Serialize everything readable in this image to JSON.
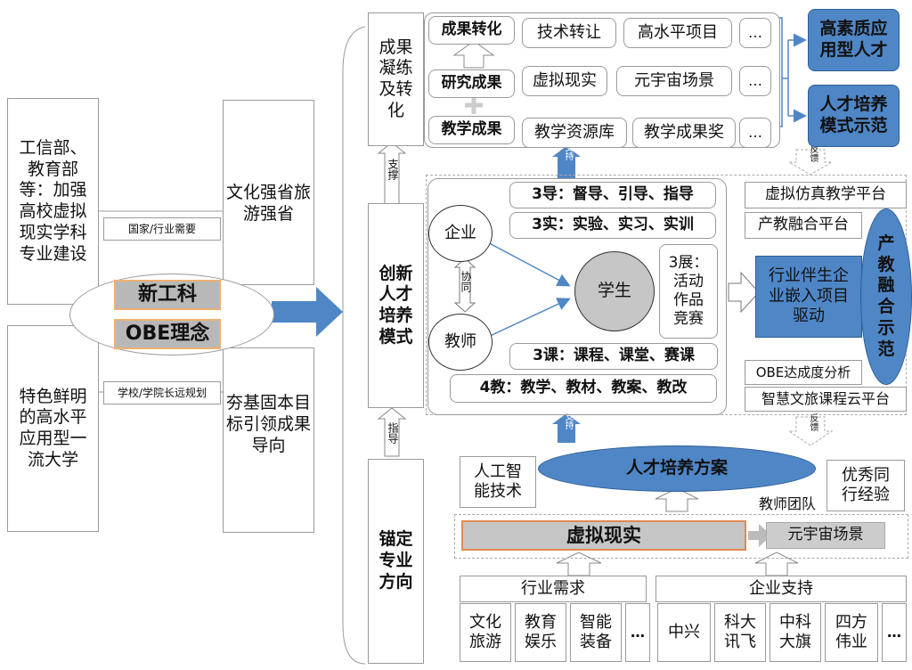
{
  "left": {
    "ministry_text": "工信部、教育部等：加强高校虚拟现实学科专业建设",
    "university_text": "特色鲜明的高水平应用型一流大学",
    "national_need": "国家/行业需要",
    "school_plan": "学校/学院长远规划",
    "province_goal": "文化强省旅游强省",
    "foundation_goal": "夯基固本目标引领成果导向",
    "new_engineering": "新工科",
    "obe": "OBE理念"
  },
  "side_labels": {
    "achievement": "成果凝练及转化",
    "innovation": "创新人才培养模式",
    "anchor": "锚定专业方向",
    "support": "支撑",
    "guide": "指导",
    "support_small": "支持",
    "feedback_small": "反馈"
  },
  "achievements": {
    "transform": "成果转化",
    "research": "研究成果",
    "teaching": "教学成果",
    "transform_items": [
      "技术转让",
      "高水平项目",
      "…"
    ],
    "research_items": [
      "虚拟现实",
      "元宇宙场景",
      "…"
    ],
    "teaching_items": [
      "教学资源库",
      "教学成果奖",
      "…"
    ],
    "outcome1": "高素质应用型人才",
    "outcome2": "人才培养模式示范"
  },
  "mode": {
    "enterprise": "企业",
    "teacher": "教师",
    "collab": "协同",
    "student": "学生",
    "guide3": "3导：督导、引导、指导",
    "practice3": "3实：实验、实习、实训",
    "show3": "3展：活动作品竞赛",
    "course3": "3课：课程、课堂、赛课",
    "teach4": "4教：教学、教材、教案、教改",
    "platform_vr": "虚拟仿真教学平台",
    "platform_ind": "产教融合平台",
    "industry_drive": "行业伴生企业嵌入项目驱动",
    "demo": "产教融合示范",
    "obe_analysis": "OBE达成度分析",
    "cloud": "智慧文旅课程云平台"
  },
  "anchor": {
    "plan": "人才培养方案",
    "ai": "人工智能技术",
    "peer": "优秀同行经验",
    "team": "教师团队",
    "vr": "虚拟现实",
    "meta": "元宇宙场景",
    "industry_need": "行业需求",
    "enterprise_support": "企业支持",
    "industries": [
      "文化旅游",
      "教育娱乐",
      "智能装备",
      "…"
    ],
    "companies": [
      "中兴",
      "科大讯飞",
      "中科大旗",
      "四方伟业",
      "…"
    ]
  }
}
